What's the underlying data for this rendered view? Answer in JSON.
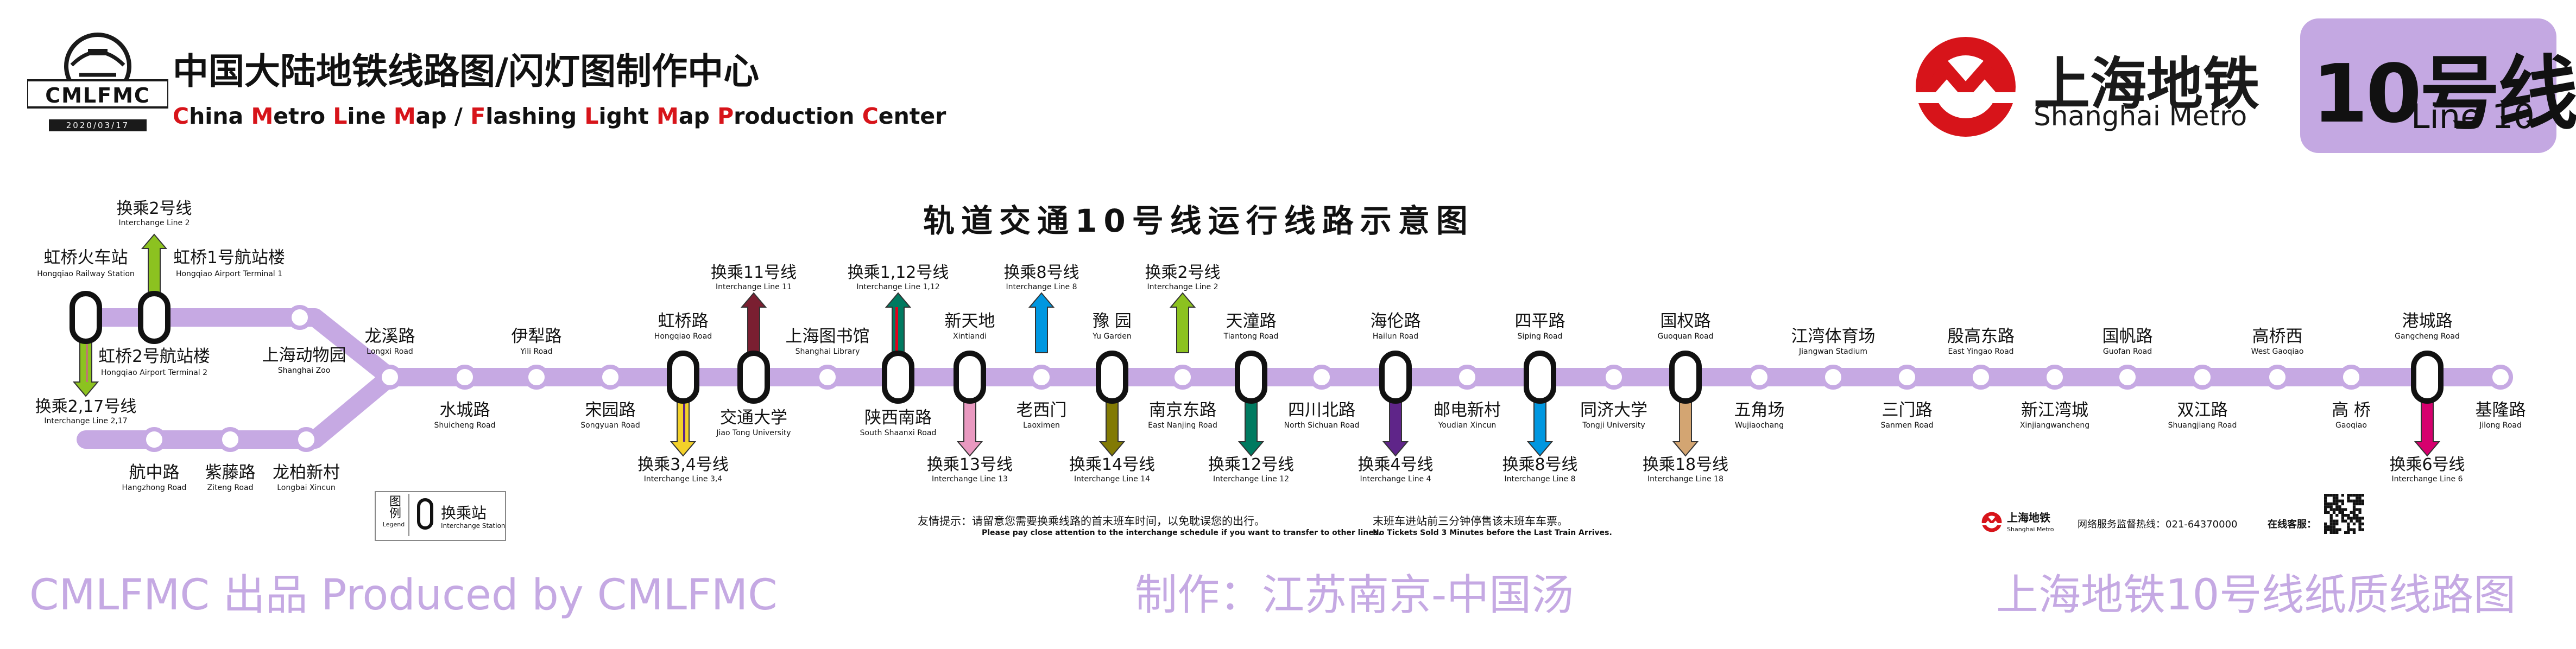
{
  "header": {
    "org_title": "中国大陆地铁线路图/闪灯图制作中心",
    "org_subtitle_parts": [
      {
        "t": "C",
        "h": true
      },
      {
        "t": "hina ",
        "h": false
      },
      {
        "t": "M",
        "h": true
      },
      {
        "t": "etro ",
        "h": false
      },
      {
        "t": "L",
        "h": true
      },
      {
        "t": "ine ",
        "h": false
      },
      {
        "t": "M",
        "h": true
      },
      {
        "t": "ap / ",
        "h": false
      },
      {
        "t": "F",
        "h": true
      },
      {
        "t": "lashing ",
        "h": false
      },
      {
        "t": "L",
        "h": true
      },
      {
        "t": "ight ",
        "h": false
      },
      {
        "t": "M",
        "h": true
      },
      {
        "t": "ap ",
        "h": false
      },
      {
        "t": "P",
        "h": true
      },
      {
        "t": "roduction ",
        "h": false
      },
      {
        "t": "C",
        "h": true
      },
      {
        "t": "enter",
        "h": false
      }
    ],
    "logo_text": "CMLFMC",
    "logo_date": "2020/03/17",
    "brand_cn": "上海地铁",
    "brand_en": "Shanghai Metro",
    "line_cn": "10号线",
    "line_en": "Line 10"
  },
  "map_title": "轨道交通10号线运行线路示意图",
  "colors": {
    "line10": "#c6a9e3",
    "brand_red": "#d7141a",
    "footer_text": "#c5a9e3",
    "line2": "#8cc220",
    "line3_4": "#f3d12a",
    "line11": "#7a1f31",
    "line12": "#007a60",
    "line13": "#e999c0",
    "line8": "#0097e0",
    "line14": "#827a04",
    "line4": "#5f2589",
    "line18": "#d3a572",
    "line6": "#d6006e"
  },
  "stations": [
    {
      "id": "hongqiao-railway",
      "cn": "虹桥火车站",
      "en": "Hongqiao Railway Station"
    },
    {
      "id": "hongqiao-t1",
      "cn": "虹桥1号航站楼",
      "en": "Hongqiao Airport Terminal 1"
    },
    {
      "id": "hongqiao-t2",
      "cn": "虹桥2号航站楼",
      "en": "Hongqiao Airport Terminal 2"
    },
    {
      "id": "shanghai-zoo",
      "cn": "上海动物园",
      "en": "Shanghai Zoo"
    },
    {
      "id": "hangzhong",
      "cn": "航中路",
      "en": "Hangzhong Road"
    },
    {
      "id": "ziteng",
      "cn": "紫藤路",
      "en": "Ziteng Road"
    },
    {
      "id": "longbai",
      "cn": "龙柏新村",
      "en": "Longbai Xincun"
    },
    {
      "id": "longxi",
      "cn": "龙溪路",
      "en": "Longxi Road"
    },
    {
      "id": "shuicheng",
      "cn": "水城路",
      "en": "Shuicheng Road"
    },
    {
      "id": "yili",
      "cn": "伊犁路",
      "en": "Yili Road"
    },
    {
      "id": "songyuan",
      "cn": "宋园路",
      "en": "Songyuan Road"
    },
    {
      "id": "hongqiao-rd",
      "cn": "虹桥路",
      "en": "Hongqiao Road"
    },
    {
      "id": "jiaotong",
      "cn": "交通大学",
      "en": "Jiao Tong University"
    },
    {
      "id": "library",
      "cn": "上海图书馆",
      "en": "Shanghai Library"
    },
    {
      "id": "sxr",
      "cn": "陕西南路",
      "en": "South Shaanxi Road"
    },
    {
      "id": "xintiandi",
      "cn": "新天地",
      "en": "Xintiandi"
    },
    {
      "id": "laoximen",
      "cn": "老西门",
      "en": "Laoximen"
    },
    {
      "id": "yugarden",
      "cn": "豫 园",
      "en": "Yu Garden"
    },
    {
      "id": "enr",
      "cn": "南京东路",
      "en": "East Nanjing Road"
    },
    {
      "id": "tiantong",
      "cn": "天潼路",
      "en": "Tiantong Road"
    },
    {
      "id": "nsr",
      "cn": "四川北路",
      "en": "North Sichuan Road"
    },
    {
      "id": "hailun",
      "cn": "海伦路",
      "en": "Hailun Road"
    },
    {
      "id": "youdian",
      "cn": "邮电新村",
      "en": "Youdian Xincun"
    },
    {
      "id": "siping",
      "cn": "四平路",
      "en": "Siping Road"
    },
    {
      "id": "tongji",
      "cn": "同济大学",
      "en": "Tongji University"
    },
    {
      "id": "guoquan",
      "cn": "国权路",
      "en": "Guoquan Road"
    },
    {
      "id": "wujiaochang",
      "cn": "五角场",
      "en": "Wujiaochang"
    },
    {
      "id": "jiangwan",
      "cn": "江湾体育场",
      "en": "Jiangwan Stadium"
    },
    {
      "id": "sanmen",
      "cn": "三门路",
      "en": "Sanmen Road"
    },
    {
      "id": "yingao",
      "cn": "殷高东路",
      "en": "East Yingao Road"
    },
    {
      "id": "xinjiangwan",
      "cn": "新江湾城",
      "en": "Xinjiangwancheng"
    },
    {
      "id": "guofan",
      "cn": "国帆路",
      "en": "Guofan Road"
    },
    {
      "id": "shuangjiang",
      "cn": "双江路",
      "en": "Shuangjiang Road"
    },
    {
      "id": "gaoqiaowest",
      "cn": "高桥西",
      "en": "West Gaoqiao"
    },
    {
      "id": "gaoqiao",
      "cn": "高 桥",
      "en": "Gaoqiao"
    },
    {
      "id": "gangcheng",
      "cn": "港城路",
      "en": "Gangcheng Road"
    },
    {
      "id": "jilong",
      "cn": "基隆路",
      "en": "Jilong Road"
    }
  ],
  "interchanges": [
    {
      "id": "i2a",
      "cn": "换乘2号线",
      "en": "Interchange Line 2"
    },
    {
      "id": "i2_17",
      "cn": "换乘2,17号线",
      "en": "Interchange Line 2,17"
    },
    {
      "id": "i3_4",
      "cn": "换乘3,4号线",
      "en": "Interchange Line 3,4"
    },
    {
      "id": "i11",
      "cn": "换乘11号线",
      "en": "Interchange Line 11"
    },
    {
      "id": "i1_12",
      "cn": "换乘1,12号线",
      "en": "Interchange Line 1,12"
    },
    {
      "id": "i13",
      "cn": "换乘13号线",
      "en": "Interchange Line 13"
    },
    {
      "id": "i8a",
      "cn": "换乘8号线",
      "en": "Interchange Line 8"
    },
    {
      "id": "i14",
      "cn": "换乘14号线",
      "en": "Interchange Line 14"
    },
    {
      "id": "i2b",
      "cn": "换乘2号线",
      "en": "Interchange Line 2"
    },
    {
      "id": "i12",
      "cn": "换乘12号线",
      "en": "Interchange Line 12"
    },
    {
      "id": "i4",
      "cn": "换乘4号线",
      "en": "Interchange Line 4"
    },
    {
      "id": "i8b",
      "cn": "换乘8号线",
      "en": "Interchange Line 8"
    },
    {
      "id": "i18",
      "cn": "换乘18号线",
      "en": "Interchange Line 18"
    },
    {
      "id": "i6",
      "cn": "换乘6号线",
      "en": "Interchange Line 6"
    }
  ],
  "legend": {
    "title": "图例",
    "title_en": "Legend",
    "label": "换乘站",
    "label_en": "Interchange Station"
  },
  "notes": {
    "tip_cn": "友情提示：请留意您需要换乘线路的首末班车时间，以免耽误您的出行。",
    "tip_en": "Please pay close attention to the interchange schedule if you want to transfer to other lines.",
    "ticket_cn": "末班车进站前三分钟停售该末班车车票。",
    "ticket_en": "No Tickets Sold 3 Minutes before the Last Train Arrives.",
    "small_logo_cn": "上海地铁",
    "small_logo_en": "Shanghai Metro",
    "hotline": "网络服务监督热线：021-64370000",
    "online": "在线客服："
  },
  "footer": {
    "left": "CMLFMC 出品  Produced by CMLFMC",
    "center": "制作：江苏南京-中国汤",
    "right": "上海地铁10号线纸质线路图"
  }
}
